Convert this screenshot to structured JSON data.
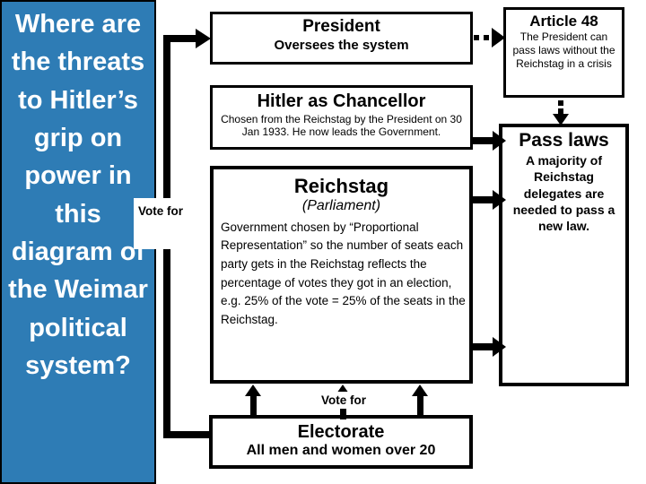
{
  "left_panel": {
    "question": "Where are the threats to Hitler’s grip on power in this diagram of the Weimar political system?"
  },
  "boxes": {
    "president": {
      "title": "President",
      "subtitle": "Oversees the system"
    },
    "chancellor": {
      "title": "Hitler as Chancellor",
      "body": "Chosen from the Reichstag by the President on 30 Jan 1933. He now leads the Government."
    },
    "reichstag": {
      "title": "Reichstag",
      "subtitle": "(Parliament)",
      "body": "Government chosen by “Proportional Representation” so the number of seats each party gets in the Reichstag reflects the percentage of votes they got in an election, e.g. 25% of the vote = 25% of the seats in the Reichstag."
    },
    "electorate": {
      "title": "Electorate",
      "subtitle": "All men and women over 20"
    },
    "article48": {
      "title": "Article 48",
      "body": "The President can pass laws without the Reichstag in a crisis"
    },
    "pass_laws": {
      "title": "Pass laws",
      "body": "A majority of Reichstag delegates are needed to pass a new law."
    }
  },
  "labels": {
    "vote_for_left": "Vote for",
    "vote_for_bottom": "Vote for"
  },
  "colors": {
    "panel_blue": "#2E7CB5",
    "connector_black": "#000000"
  }
}
